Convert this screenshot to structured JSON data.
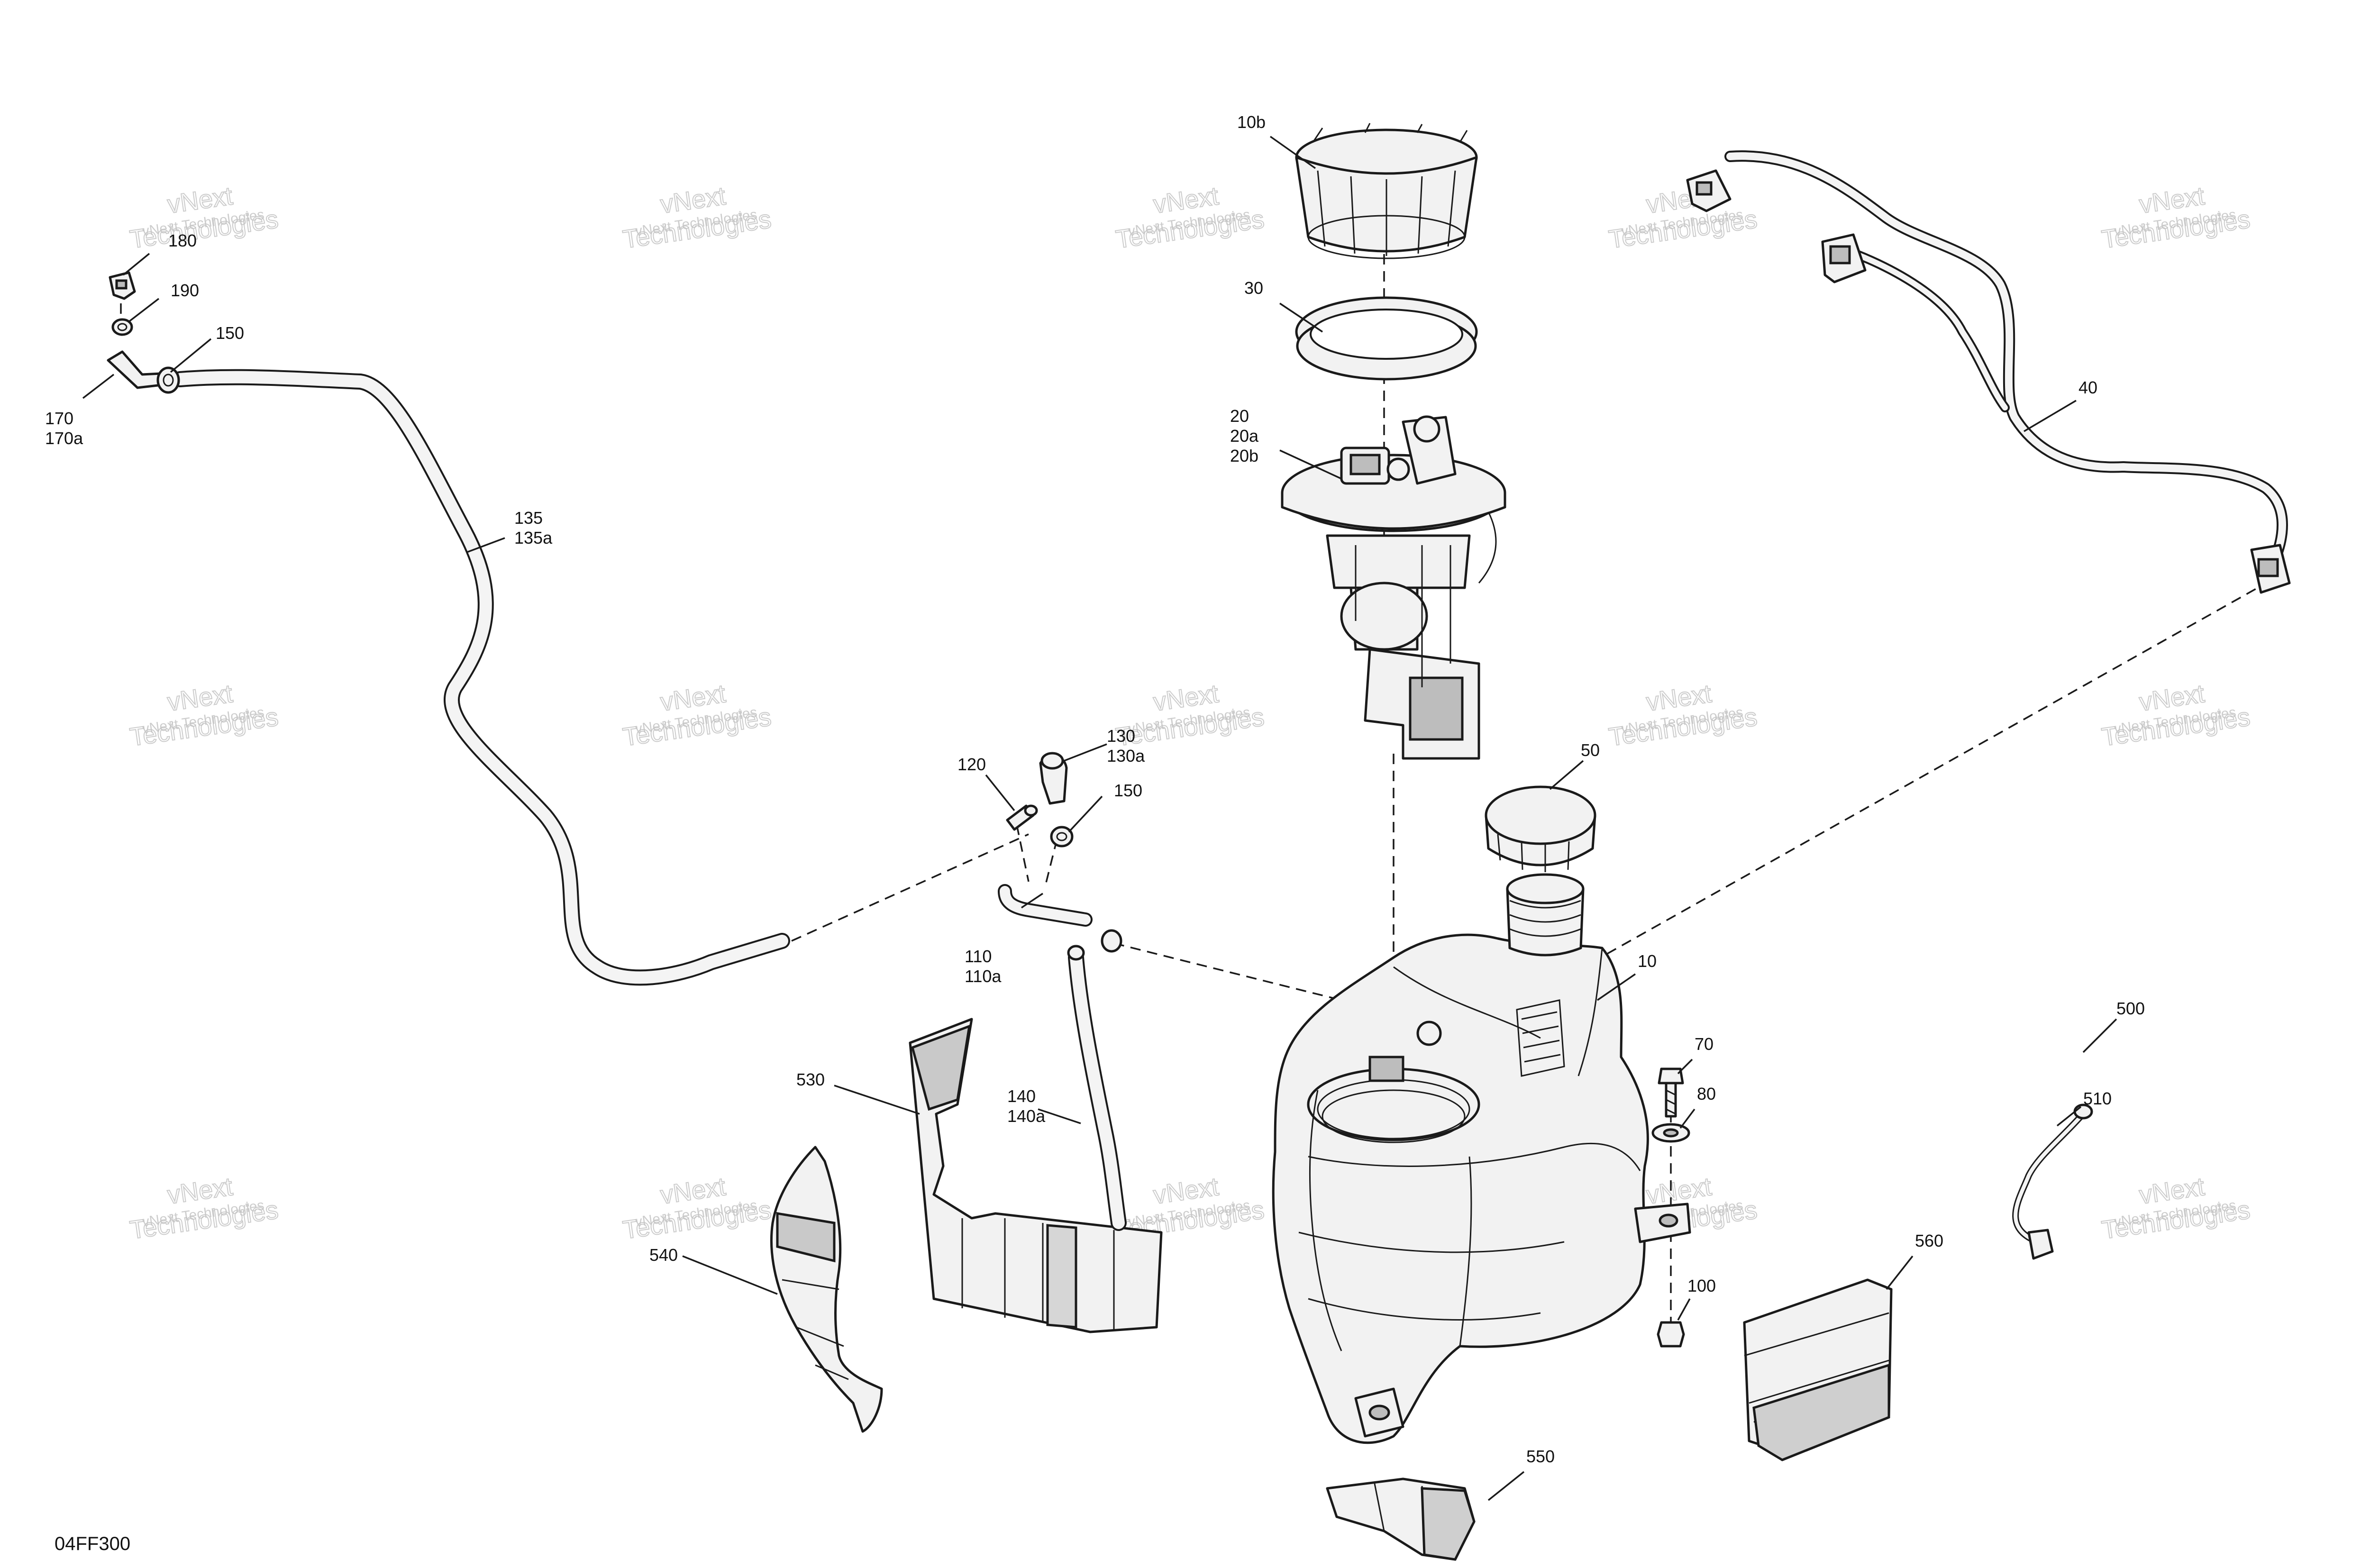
{
  "diagram": {
    "reference_code": "04FF300",
    "watermark": {
      "line1": "vNext Technologies",
      "line2": "vNext\nTechnologies"
    },
    "callouts": [
      {
        "id": "10b",
        "lines": [
          "10b"
        ]
      },
      {
        "id": "30",
        "lines": [
          "30"
        ]
      },
      {
        "id": "20",
        "lines": [
          "20",
          "20a",
          "20b"
        ]
      },
      {
        "id": "40",
        "lines": [
          "40"
        ]
      },
      {
        "id": "50",
        "lines": [
          "50"
        ]
      },
      {
        "id": "10",
        "lines": [
          "10"
        ]
      },
      {
        "id": "70",
        "lines": [
          "70"
        ]
      },
      {
        "id": "80",
        "lines": [
          "80"
        ]
      },
      {
        "id": "100",
        "lines": [
          "100"
        ]
      },
      {
        "id": "500",
        "lines": [
          "500"
        ]
      },
      {
        "id": "510",
        "lines": [
          "510"
        ]
      },
      {
        "id": "560",
        "lines": [
          "560"
        ]
      },
      {
        "id": "550",
        "lines": [
          "550"
        ]
      },
      {
        "id": "540",
        "lines": [
          "540"
        ]
      },
      {
        "id": "530",
        "lines": [
          "530"
        ]
      },
      {
        "id": "140",
        "lines": [
          "140",
          "140a"
        ]
      },
      {
        "id": "110",
        "lines": [
          "110",
          "110a"
        ]
      },
      {
        "id": "120",
        "lines": [
          "120"
        ]
      },
      {
        "id": "130",
        "lines": [
          "130",
          "130a"
        ]
      },
      {
        "id": "150b",
        "lines": [
          "150"
        ]
      },
      {
        "id": "180",
        "lines": [
          "180"
        ]
      },
      {
        "id": "190",
        "lines": [
          "190"
        ]
      },
      {
        "id": "150a",
        "lines": [
          "150"
        ]
      },
      {
        "id": "170",
        "lines": [
          "170",
          "170a"
        ]
      },
      {
        "id": "135",
        "lines": [
          "135",
          "135a"
        ]
      }
    ]
  }
}
